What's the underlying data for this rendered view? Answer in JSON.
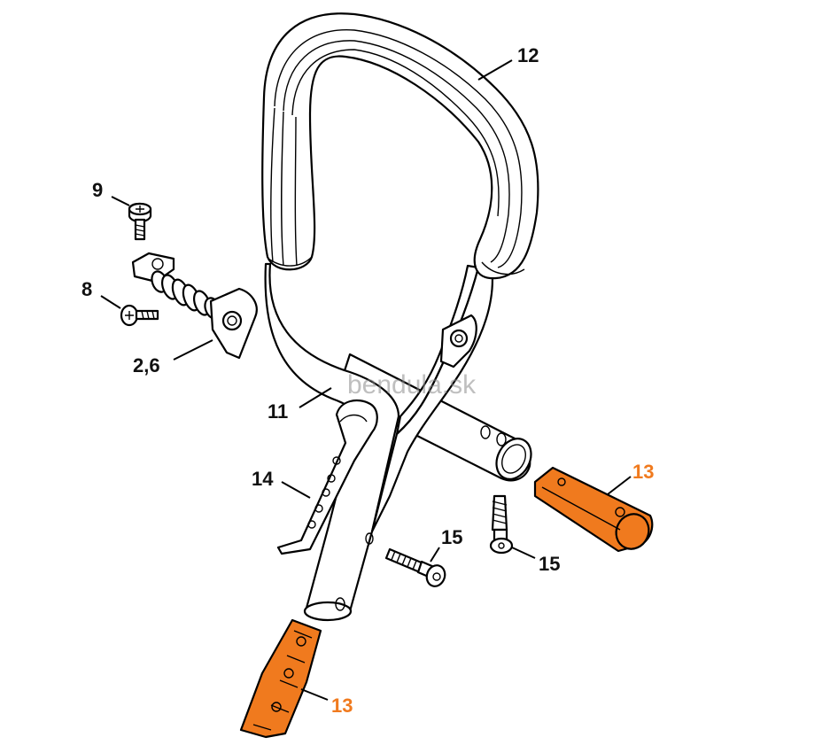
{
  "colors": {
    "outline": "#000000",
    "highlight": "#f07a1e",
    "background": "#ffffff",
    "watermark": "#8a8a8a"
  },
  "watermark": "bendula.sk",
  "callouts": {
    "handlebar": "12",
    "screw_top": "9",
    "screw_small": "8",
    "av_element": "2,6",
    "handle_tube": "11",
    "bracket": "14",
    "screw_horizontal": "15",
    "screw_vertical": "15",
    "grip_right": "13",
    "grip_bottom": "13"
  }
}
